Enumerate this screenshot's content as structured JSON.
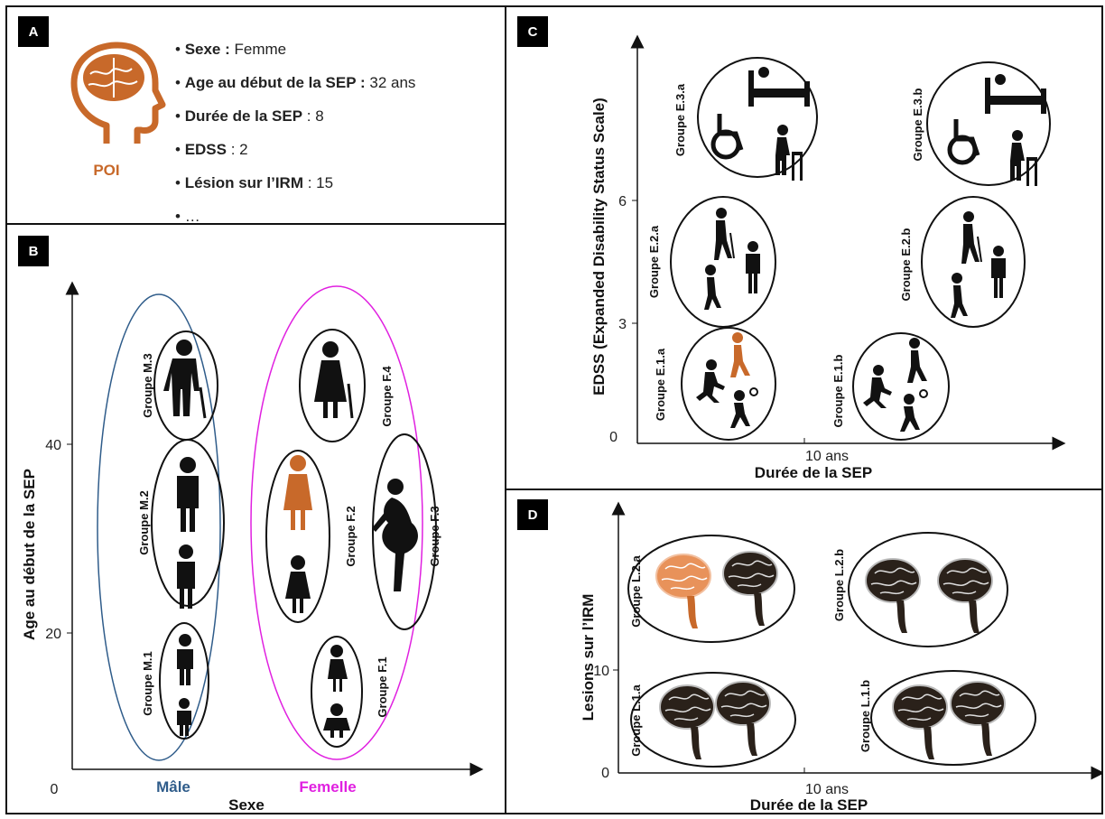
{
  "panels": {
    "a": {
      "tag": "A",
      "poi_label": "POI",
      "attributes": [
        {
          "key": "Sexe :",
          "value": " Femme"
        },
        {
          "key": "Age au début de la SEP :",
          "value": " 32 ans"
        },
        {
          "key": "Durée de la SEP",
          "value": " : 8"
        },
        {
          "key": "EDSS",
          "value": " : 2"
        },
        {
          "key": "Lésion sur l’IRM",
          "value": " : 15"
        },
        {
          "key": "",
          "value": " …"
        }
      ]
    },
    "b": {
      "tag": "B",
      "ylabel": "Age au début de la SEP",
      "xlabel": "Sexe",
      "y_ticks": [
        "40",
        "20"
      ],
      "origin": "0",
      "x_categories": [
        "Mâle",
        "Femelle"
      ],
      "groups": [
        "Groupe M.3",
        "Groupe M.2",
        "Groupe M.1",
        "Groupe F.4",
        "Groupe F.2",
        "Groupe F.3",
        "Groupe F.1"
      ]
    },
    "c": {
      "tag": "C",
      "ylabel": "EDSS (Expanded Disability Status Scale)",
      "xlabel": "Durée de la SEP",
      "x_tick": "10 ans",
      "y_ticks": [
        "6",
        "3",
        "0"
      ],
      "groups": [
        "Groupe E.3.a",
        "Groupe E.3.b",
        "Groupe E.2.a",
        "Groupe E.2.b",
        "Groupe E.1.a",
        "Groupe E.1.b"
      ]
    },
    "d": {
      "tag": "D",
      "ylabel": "Lesions sur l’IRM",
      "xlabel": "Durée de la SEP",
      "x_tick": "10 ans",
      "y_ticks": [
        "10",
        "0"
      ],
      "groups": [
        "Groupe L.2.a",
        "Groupe L.2.b",
        "Groupe L.1.a",
        "Groupe L.1.b"
      ]
    }
  },
  "colors": {
    "highlight": "#c8692a",
    "male": "#2f5c8a",
    "female": "#e020e0",
    "ink": "#111111"
  }
}
